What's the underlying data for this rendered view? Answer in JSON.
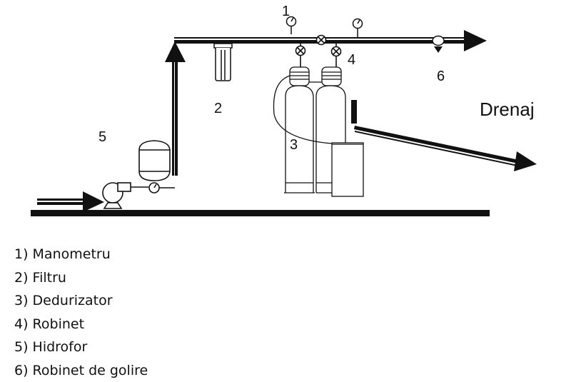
{
  "diagram": {
    "labels": {
      "l1": "1",
      "l2": "2",
      "l3": "3",
      "l4": "4",
      "l5": "5",
      "l6": "6",
      "drain": "Drenaj"
    }
  },
  "legend": {
    "items": [
      "1) Manometru",
      "2) Filtru",
      "3) Dedurizator",
      "4) Robinet",
      "5) Hidrofor",
      "6) Robinet de golire"
    ]
  },
  "colors": {
    "ink": "#111111",
    "background": "#ffffff"
  }
}
